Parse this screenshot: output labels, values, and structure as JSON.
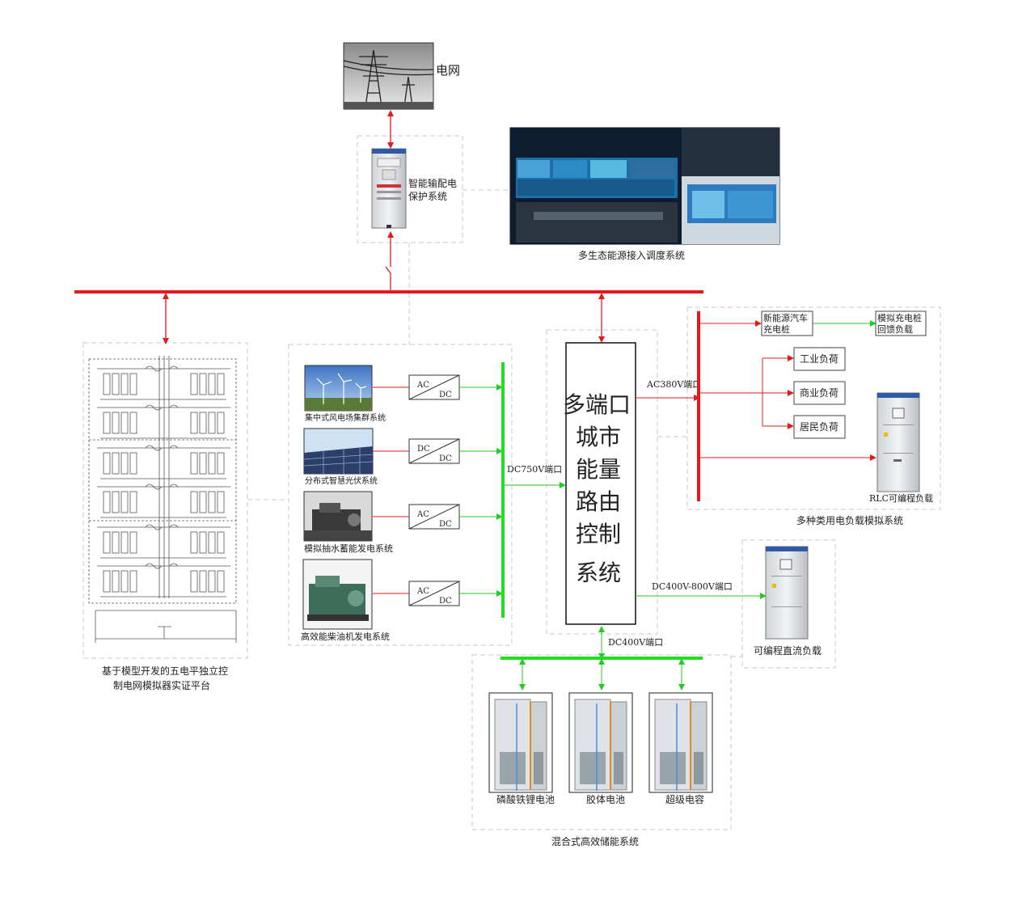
{
  "grid": {
    "label": "电网"
  },
  "protection": {
    "line1": "智能输配电",
    "line2": "保护系统"
  },
  "dispatch": {
    "caption": "多生态能源接入调度系统"
  },
  "router": {
    "lines": [
      "多端口",
      "城市",
      "能量",
      "路由",
      "控制",
      "系统"
    ]
  },
  "ports": {
    "ac380": "AC380V端口",
    "dc750": "DC750V端口",
    "dc400_800": "DC400V-800V端口",
    "dc400": "DC400V端口"
  },
  "sources": [
    {
      "caption": "集中式风电场集群系统",
      "conv_top": "AC",
      "conv_bottom": "DC"
    },
    {
      "caption": "分布式智慧光伏系统",
      "conv_top": "DC",
      "conv_bottom": "DC"
    },
    {
      "caption": "模拟抽水蓄能发电系统",
      "conv_top": "AC",
      "conv_bottom": "DC"
    },
    {
      "caption": "高效能柴油机发电系统",
      "conv_top": "AC",
      "conv_bottom": "DC"
    }
  ],
  "simulator": {
    "line1": "基于模型开发的五电平独立控",
    "line2": "制电网模拟器实证平台"
  },
  "loads": {
    "ev_line1": "新能源汽车",
    "ev_line2": "充电桩",
    "feedback_line1": "模拟充电桩",
    "feedback_line2": "回馈负载",
    "items": [
      "工业负荷",
      "商业负荷",
      "居民负荷"
    ],
    "rlc": "RLC可编程负载",
    "caption": "多种类用电负载模拟系统"
  },
  "dc_load": {
    "caption": "可编程直流负载"
  },
  "storage": {
    "items": [
      "磷酸铁锂电池",
      "胶体电池",
      "超级电容"
    ],
    "caption": "混合式高效储能系统"
  },
  "colors": {
    "ac": "#e41a1a",
    "dc": "#22dd22",
    "dash": "#c8c8c8"
  }
}
